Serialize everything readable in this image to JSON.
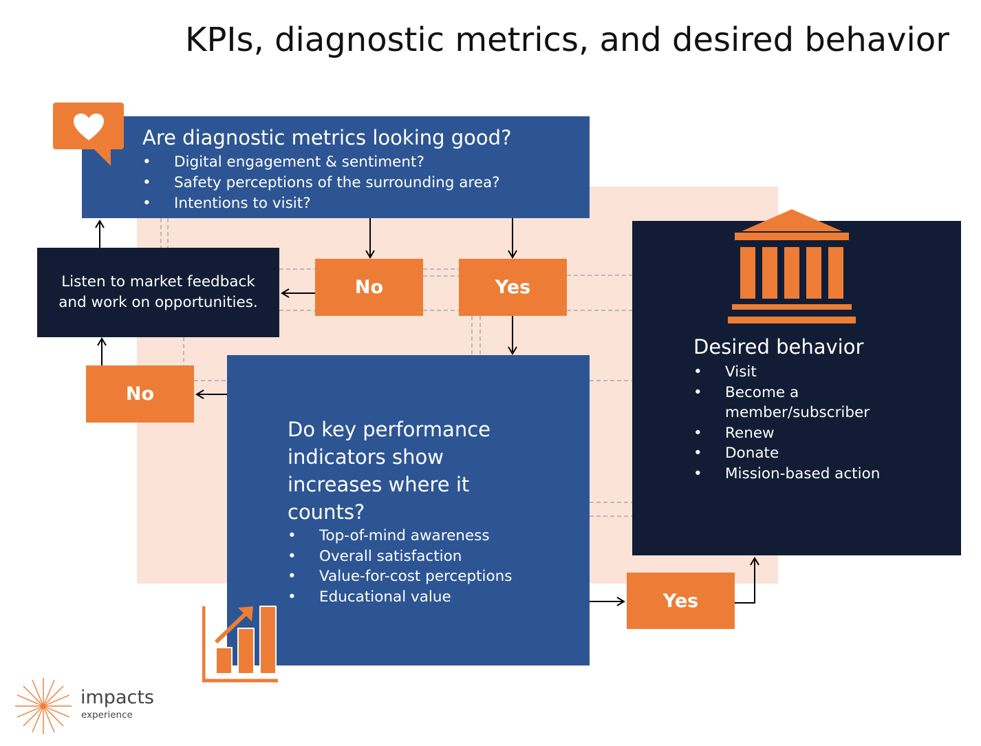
{
  "title": "KPIs, diagnostic metrics, and desired behavior",
  "diagnostic": {
    "question": "Are diagnostic metrics looking good?",
    "items": [
      "Digital engagement & sentiment?",
      "Safety perceptions of the surrounding area?",
      "Intentions to visit?"
    ]
  },
  "listen": {
    "text": "Listen to market feedback and work on opportunities."
  },
  "decisions": {
    "no_top": "No",
    "yes_top": "Yes",
    "no_left": "No",
    "yes_bottom": "Yes"
  },
  "kpi": {
    "question": "Do key performance indicators show increases where it counts?",
    "items": [
      "Top-of-mind awareness",
      "Overall satisfaction",
      "Value-for-cost perceptions",
      "Educational value"
    ]
  },
  "desired": {
    "title": "Desired behavior",
    "items": [
      "Visit",
      "Become a member/subscriber",
      "Renew",
      "Donate",
      "Mission-based action"
    ]
  },
  "logo": {
    "name": "impacts",
    "sub": "experience"
  },
  "icons": {
    "heart": "heart-speech-bubble-icon",
    "museum": "museum-building-icon",
    "chart": "bar-chart-growth-icon"
  },
  "colors": {
    "blue": "#2d5593",
    "navy": "#121d35",
    "orange": "#ed7d36",
    "peach": "#fbe3d8"
  }
}
